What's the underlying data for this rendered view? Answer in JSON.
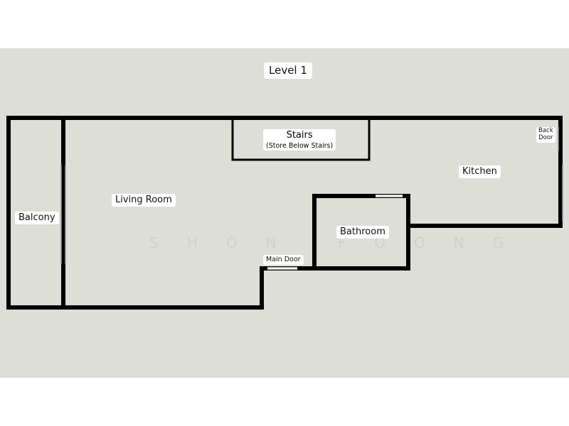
{
  "title": "Level 1",
  "rooms": {
    "balcony": "Balcony",
    "living_room": "Living Room",
    "stairs": "Stairs",
    "stairs_note": "(Store Below Stairs)",
    "kitchen": "Kitchen",
    "bathroom": "Bathroom"
  },
  "doors": {
    "main_door": "Main Door",
    "back_door": "Back\nDoor"
  },
  "watermark": "SHON FOONG",
  "colors": {
    "background": "#deded9",
    "walls": "#000000",
    "label_bg": "#ffffff"
  }
}
